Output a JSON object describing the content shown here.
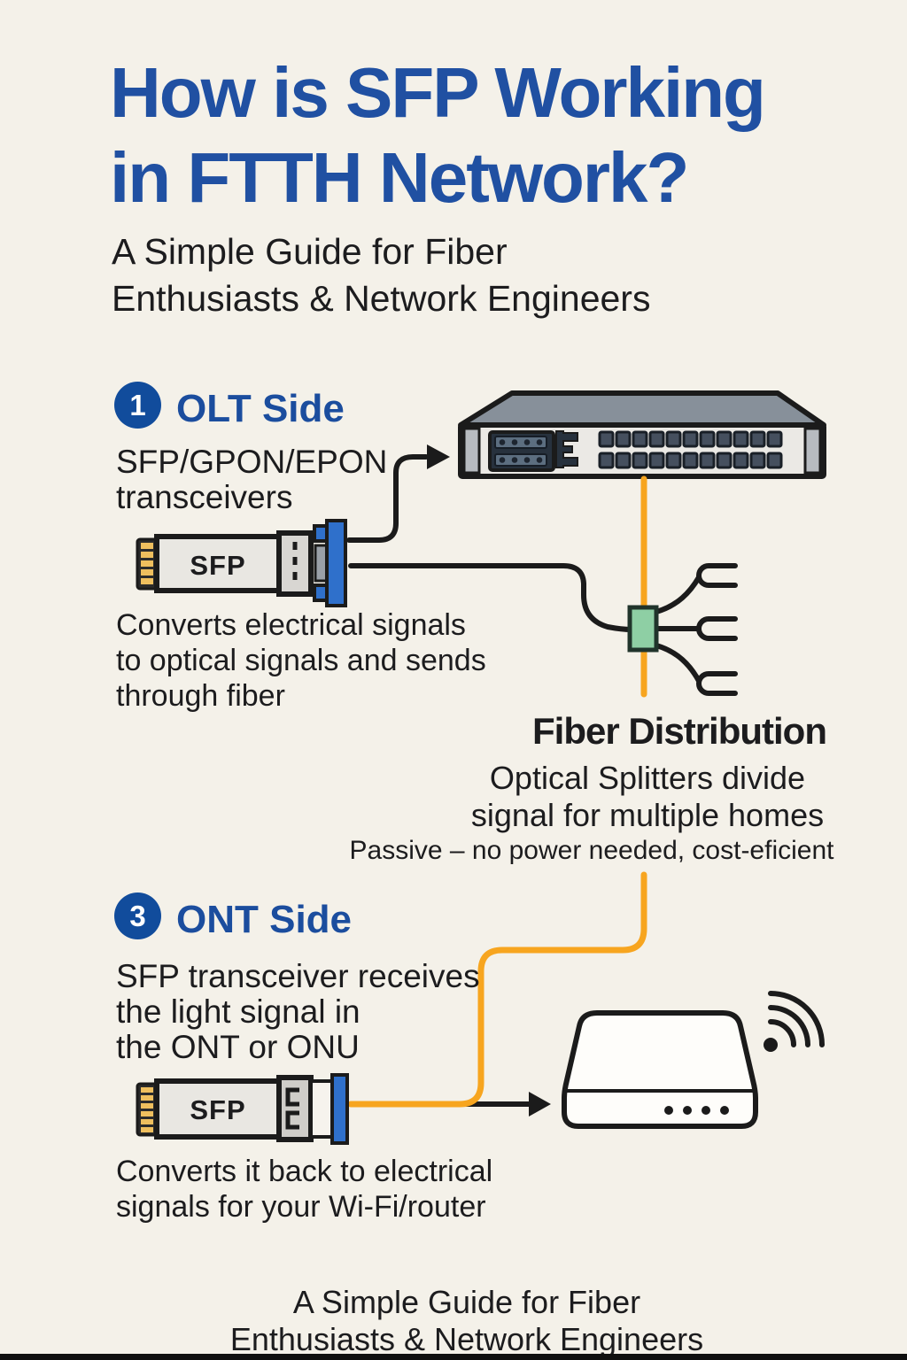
{
  "colors": {
    "accent_blue": "#1e4f9f",
    "badge_blue": "#114c9c",
    "ink": "#1c1c1e",
    "fiber_orange": "#f7a51f",
    "splitter_green": "#8ecfa4",
    "background": "#f4f1e9"
  },
  "header": {
    "title_line1": "How is SFP Working",
    "title_line2": "in FTTH Network?",
    "subtitle_line1": "A Simple Guide for Fiber",
    "subtitle_line2": "Enthusiasts & Network Engineers"
  },
  "olt": {
    "badge": "1",
    "heading": "OLT Side",
    "desc_line1": "SFP/GPON/EPON",
    "desc_line2": "transceivers",
    "sfp_label": "SFP",
    "caption_line1": "Converts electrical signals",
    "caption_line2": "to optical signals and sends",
    "caption_line3": "through fiber"
  },
  "distribution": {
    "heading": "Fiber Distribution",
    "desc_line1": "Optical Splitters divide",
    "desc_line2": "signal for multiple homes",
    "note": "Passive – no power needed, cost-eficient"
  },
  "ont": {
    "badge": "3",
    "heading": "ONT Side",
    "desc_line1": "SFP transceiver receives",
    "desc_line2": "the light signal in",
    "desc_line3": "the ONT or ONU",
    "sfp_label": "SFP",
    "caption_line1": "Converts it back to electrical",
    "caption_line2": "signals for your Wi-Fi/router"
  },
  "footer": {
    "line1": "A Simple Guide for Fiber",
    "line2": "Enthusiasts & Network Engineers"
  }
}
